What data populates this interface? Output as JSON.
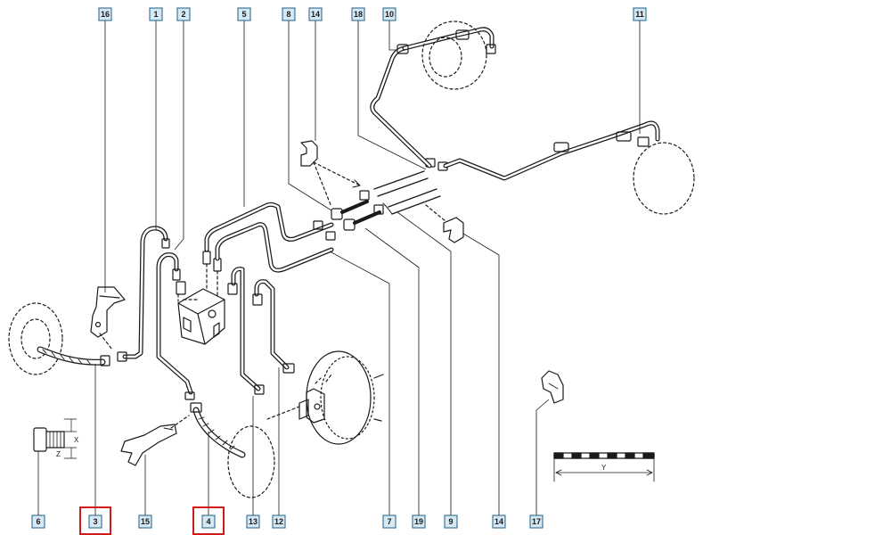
{
  "colors": {
    "line": "#1a1a1a",
    "callout_fill": "#d6e8f3",
    "callout_border": "#1f5f8a",
    "highlight": "#d11a1a"
  },
  "callouts_top": [
    {
      "id": "c16",
      "label": "16"
    },
    {
      "id": "c1",
      "label": "1"
    },
    {
      "id": "c2",
      "label": "2"
    },
    {
      "id": "c5",
      "label": "5"
    },
    {
      "id": "c8",
      "label": "8"
    },
    {
      "id": "c14t",
      "label": "14"
    },
    {
      "id": "c18",
      "label": "18"
    },
    {
      "id": "c10",
      "label": "10"
    },
    {
      "id": "c11",
      "label": "11"
    }
  ],
  "callouts_bottom": [
    {
      "id": "c6",
      "label": "6",
      "highlighted": false
    },
    {
      "id": "c3",
      "label": "3",
      "highlighted": true
    },
    {
      "id": "c15",
      "label": "15",
      "highlighted": false
    },
    {
      "id": "c4",
      "label": "4",
      "highlighted": true
    },
    {
      "id": "c13",
      "label": "13",
      "highlighted": false
    },
    {
      "id": "c12",
      "label": "12",
      "highlighted": false
    },
    {
      "id": "c7",
      "label": "7",
      "highlighted": false
    },
    {
      "id": "c19",
      "label": "19",
      "highlighted": false
    },
    {
      "id": "c9",
      "label": "9",
      "highlighted": false
    },
    {
      "id": "c14b",
      "label": "14",
      "highlighted": false
    },
    {
      "id": "c17",
      "label": "17",
      "highlighted": false
    }
  ],
  "dimensions": {
    "x": "X",
    "z": "Z",
    "y": "Y"
  }
}
